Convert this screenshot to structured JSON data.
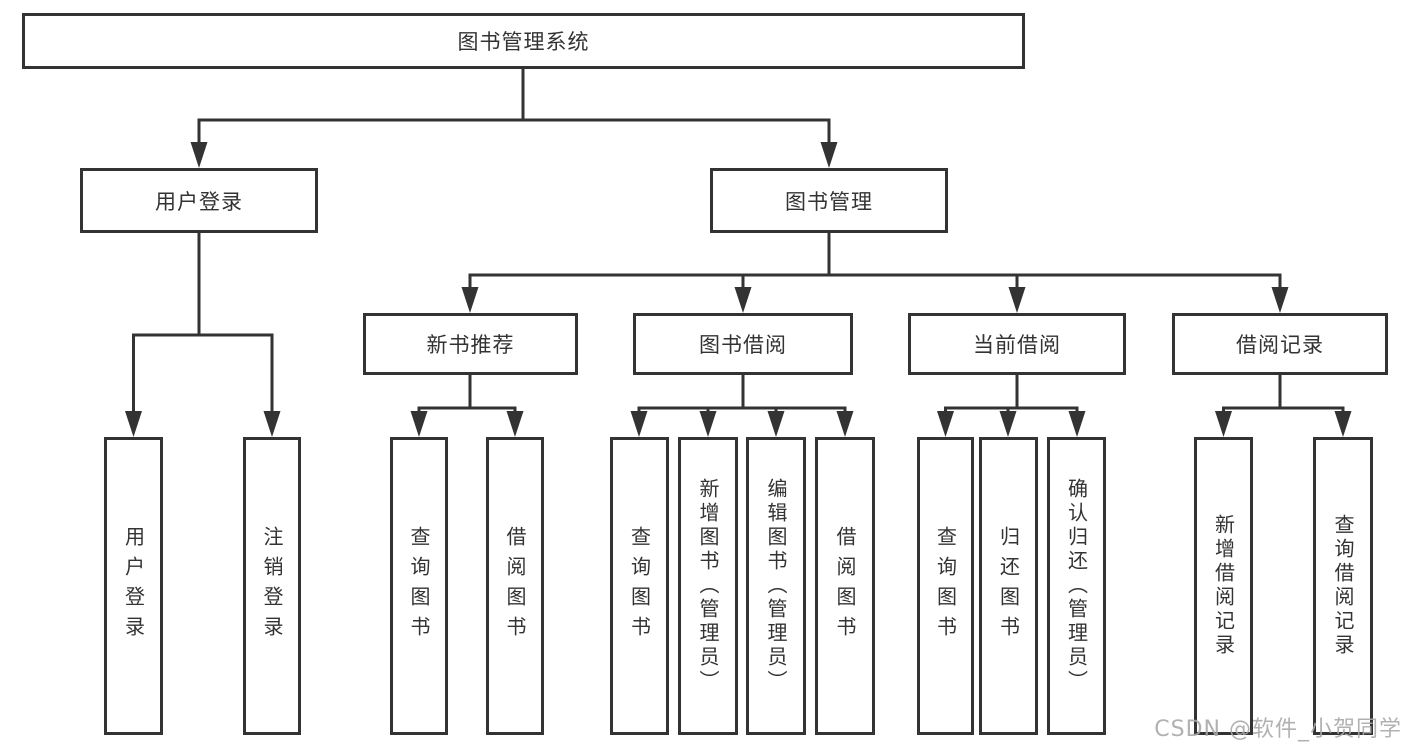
{
  "diagram": {
    "title": "图书管理系统",
    "branches": [
      {
        "label": "用户登录",
        "children": [
          {
            "label": "用户登录"
          },
          {
            "label": "注销登录"
          }
        ]
      },
      {
        "label": "图书管理",
        "children": [
          {
            "label": "新书推荐",
            "children": [
              {
                "label": "查询图书"
              },
              {
                "label": "借阅图书"
              }
            ]
          },
          {
            "label": "图书借阅",
            "children": [
              {
                "label": "查询图书"
              },
              {
                "label": "新增图书（管理员）"
              },
              {
                "label": "编辑图书（管理员）"
              },
              {
                "label": "借阅图书"
              }
            ]
          },
          {
            "label": "当前借阅",
            "children": [
              {
                "label": "查询图书"
              },
              {
                "label": "归还图书"
              },
              {
                "label": "确认归还（管理员）"
              }
            ]
          },
          {
            "label": "借阅记录",
            "children": [
              {
                "label": "新增借阅记录"
              },
              {
                "label": "查询借阅记录"
              }
            ]
          }
        ]
      }
    ]
  },
  "watermark": "CSDN @软件_小贺同学",
  "colors": {
    "line": "#333333",
    "text": "#333333",
    "watermark": "#a9a9a9",
    "background": "#ffffff"
  }
}
